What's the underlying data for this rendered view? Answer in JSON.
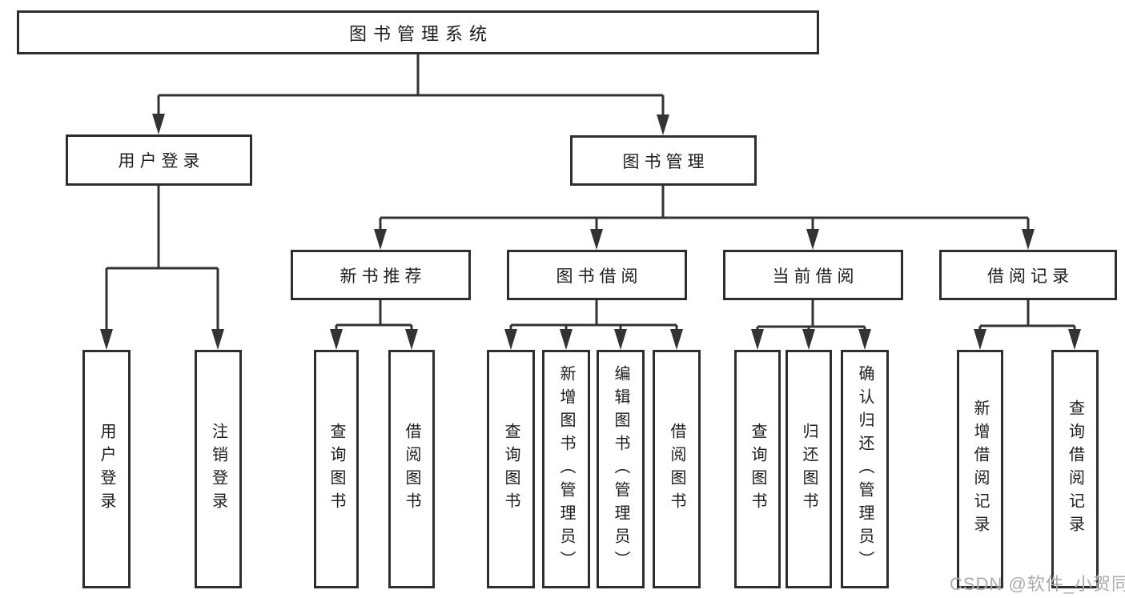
{
  "tree": {
    "label": "图书管理系统",
    "children": [
      {
        "label": "用户登录",
        "children": [
          {
            "label": "用户登录"
          },
          {
            "label": "注销登录"
          }
        ]
      },
      {
        "label": "图书管理",
        "children": [
          {
            "label": "新书推荐",
            "children": [
              {
                "label": "查询图书"
              },
              {
                "label": "借阅图书"
              }
            ]
          },
          {
            "label": "图书借阅",
            "children": [
              {
                "label": "查询图书"
              },
              {
                "label": "新增图书（管理员）"
              },
              {
                "label": "编辑图书（管理员）"
              },
              {
                "label": "借阅图书"
              }
            ]
          },
          {
            "label": "当前借阅",
            "children": [
              {
                "label": "查询图书"
              },
              {
                "label": "归还图书"
              },
              {
                "label": "确认归还（管理员）"
              }
            ]
          },
          {
            "label": "借阅记录",
            "children": [
              {
                "label": "新增借阅记录"
              },
              {
                "label": "查询借阅记录"
              }
            ]
          }
        ]
      }
    ]
  },
  "watermark": {
    "text": "CSDN @软件_小贺同学"
  },
  "colors": {
    "line": "#333333",
    "box_border": "#2e2e2e",
    "text": "#1d1d1d",
    "watermark": "#ababab",
    "background": "#ffffff"
  }
}
